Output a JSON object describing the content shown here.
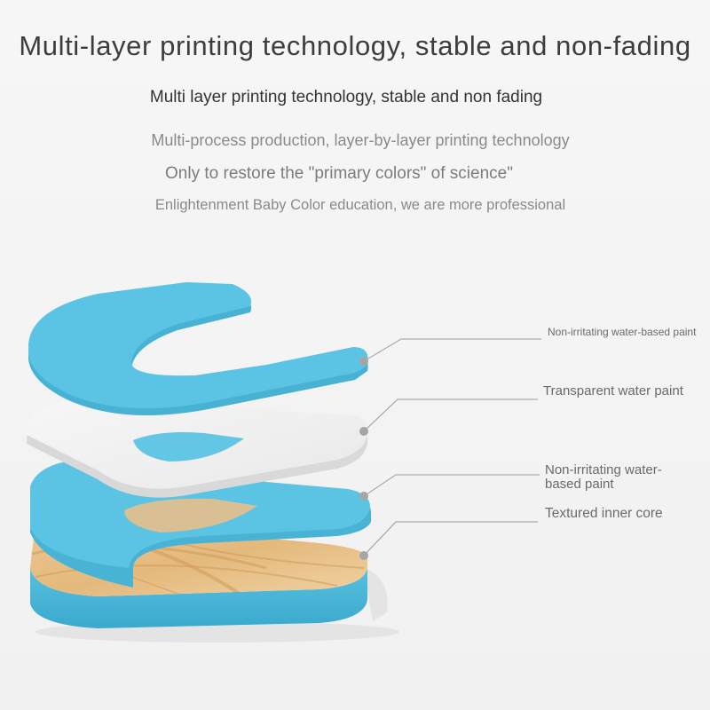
{
  "header": {
    "title": "Multi-layer printing technology, stable and non-fading",
    "subtitle": "Multi layer printing technology, stable and non fading",
    "lines": [
      "Multi-process production, layer-by-layer printing technology",
      "Only to restore the \"primary colors\" of science\"",
      "Enlightenment Baby Color education, we are more professional"
    ]
  },
  "callouts": [
    "Non-irritating water-based paint",
    "Transparent water paint",
    "Non-irritating water-based paint",
    "Textured inner core"
  ],
  "colors": {
    "blue_layer": "#5bc3e3",
    "blue_edge": "#3aa9cd",
    "white_layer": "#f1f1f1",
    "wood_light": "#e9c48f",
    "wood_dark": "#d49e5e",
    "leader_line": "#9a9a9a",
    "leader_dot": "#a5a5a5"
  }
}
